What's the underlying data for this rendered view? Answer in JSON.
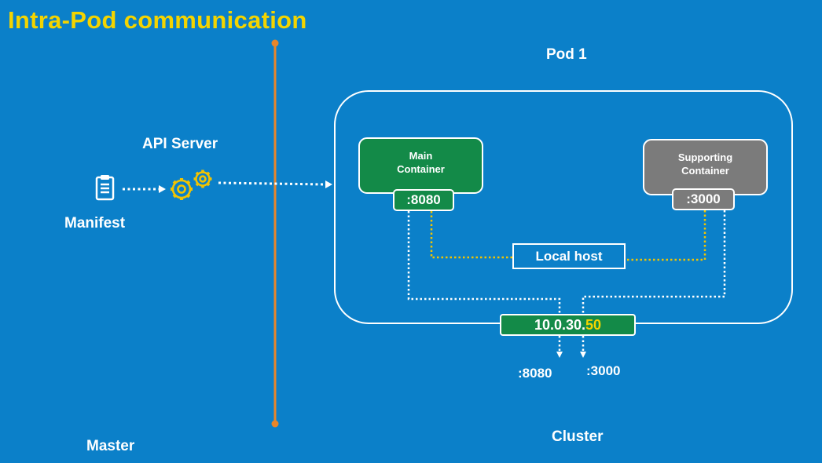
{
  "title": "Intra-Pod communication",
  "labels": {
    "pod": "Pod 1",
    "api_server": "API Server",
    "manifest": "Manifest",
    "master": "Master",
    "cluster": "Cluster"
  },
  "containers": {
    "main": {
      "line1": "Main",
      "line2": "Container",
      "port": ":8080"
    },
    "supporting": {
      "line1": "Supporting",
      "line2": "Container",
      "port": ":3000"
    }
  },
  "localhost": "Local host",
  "ip": {
    "prefix": "10.0.30.",
    "suffix": "50"
  },
  "exposed_ports": [
    ":8080",
    ":3000"
  ],
  "colors": {
    "background": "#0b80c9",
    "title": "#f3d400",
    "main_container": "#138a48",
    "supporting_container": "#7b7b7b",
    "divider": "#e8862a",
    "localhost_link": "#f3c400"
  },
  "icons": {
    "manifest": "clipboard-icon",
    "api_server": "gears-icon"
  }
}
